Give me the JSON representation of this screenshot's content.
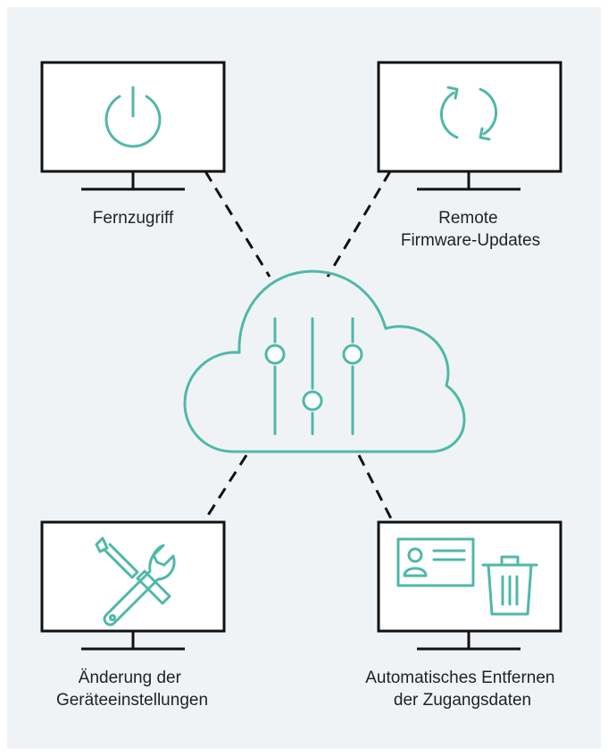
{
  "colors": {
    "background": "#f0f3f6",
    "frame": "#111111",
    "accent": "#4fb8a9",
    "text": "#222222"
  },
  "center": {
    "icon": "cloud-sliders-icon"
  },
  "features": [
    {
      "id": "remote-access",
      "icon": "power-icon",
      "label_lines": [
        "Fernzugriff"
      ]
    },
    {
      "id": "remote-firmware",
      "icon": "refresh-icon",
      "label_lines": [
        "Remote",
        "Firmware-Updates"
      ]
    },
    {
      "id": "device-settings",
      "icon": "wrench-screwdriver-icon",
      "label_lines": [
        "Änderung der",
        "Geräteeinstellungen"
      ]
    },
    {
      "id": "credential-removal",
      "icon": "id-card-trash-icon",
      "label_lines": [
        "Automatisches Entfernen",
        "der Zugangsdaten"
      ]
    }
  ]
}
